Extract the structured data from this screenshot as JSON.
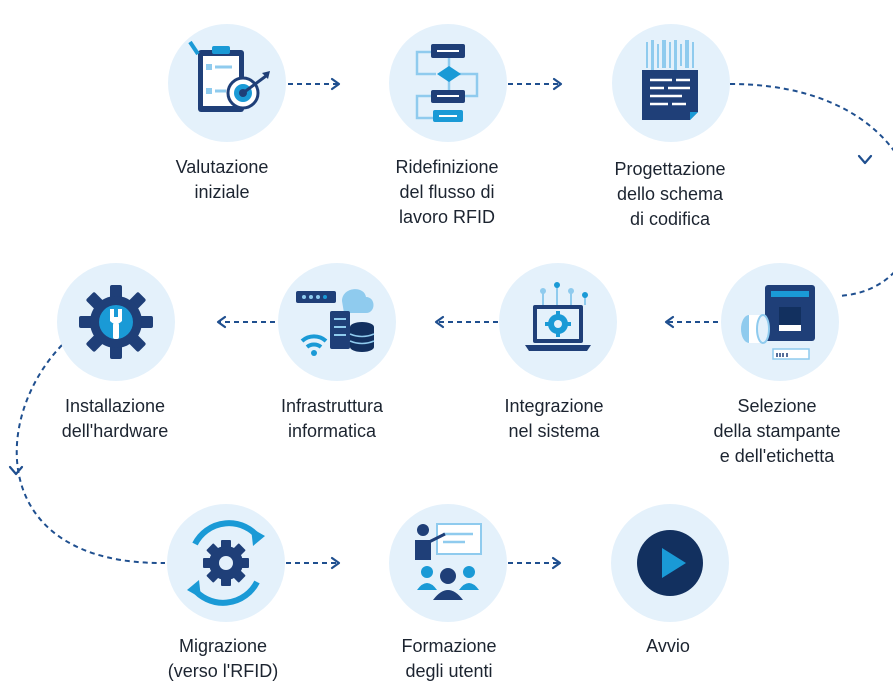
{
  "colors": {
    "circle_bg": "#e4f1fb",
    "navy": "#1f3f78",
    "dark_navy": "#12305f",
    "accent_blue": "#1a9ad6",
    "light_blue": "#8fcbee",
    "connector": "#1f4f8f",
    "text": "#1c2430"
  },
  "steps": [
    {
      "id": "valutazione",
      "icon": "clipboard-target-icon",
      "lines": [
        "Valutazione",
        "iniziale"
      ]
    },
    {
      "id": "ridefinizione",
      "icon": "flowchart-icon",
      "lines": [
        "Ridefinizione",
        "del flusso di",
        "lavoro RFID"
      ]
    },
    {
      "id": "progettazione",
      "icon": "barcode-document-icon",
      "lines": [
        "Progettazione",
        "dello schema",
        "di codifica"
      ]
    },
    {
      "id": "selezione",
      "icon": "printer-label-icon",
      "lines": [
        "Selezione",
        "della stampante",
        "e dell'etichetta"
      ]
    },
    {
      "id": "integrazione",
      "icon": "laptop-gear-icon",
      "lines": [
        "Integrazione",
        "nel sistema"
      ]
    },
    {
      "id": "infrastruttura",
      "icon": "network-server-icon",
      "lines": [
        "Infrastruttura",
        "informatica"
      ]
    },
    {
      "id": "installazione",
      "icon": "wrench-gear-icon",
      "lines": [
        "Installazione",
        "dell'hardware"
      ]
    },
    {
      "id": "migrazione",
      "icon": "gear-cycle-icon",
      "lines": [
        "Migrazione",
        "(verso l'RFID)"
      ]
    },
    {
      "id": "formazione",
      "icon": "presentation-users-icon",
      "lines": [
        "Formazione",
        "degli utenti"
      ]
    },
    {
      "id": "avvio",
      "icon": "play-icon",
      "lines": [
        "Avvio"
      ]
    }
  ]
}
